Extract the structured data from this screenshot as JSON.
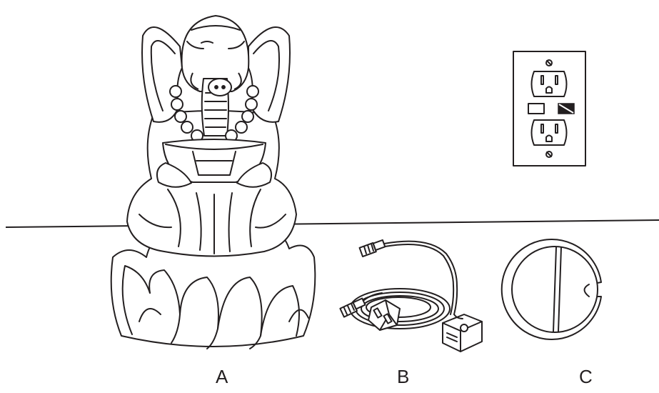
{
  "labels": {
    "a": "A",
    "b": "B",
    "c": "C"
  },
  "icons": {
    "statue": "elephant-fountain-statue-icon",
    "pump": "pump-with-cord-icon",
    "ring": "split-ring-icon",
    "outlet": "wall-outlet-icon"
  },
  "colors": {
    "line": "#231f20",
    "background": "#ffffff"
  }
}
